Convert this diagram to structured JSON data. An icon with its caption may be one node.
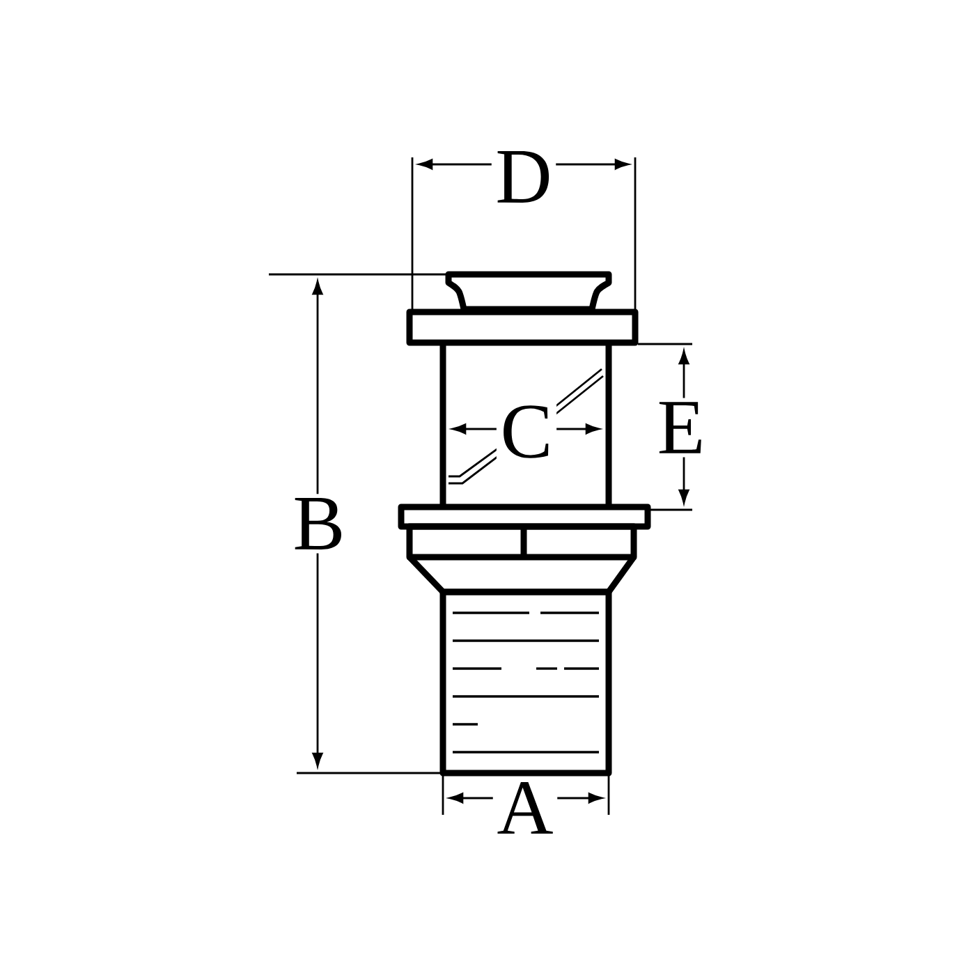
{
  "diagram": {
    "labels": [
      "D",
      "E",
      "C",
      "B",
      "A"
    ]
  }
}
